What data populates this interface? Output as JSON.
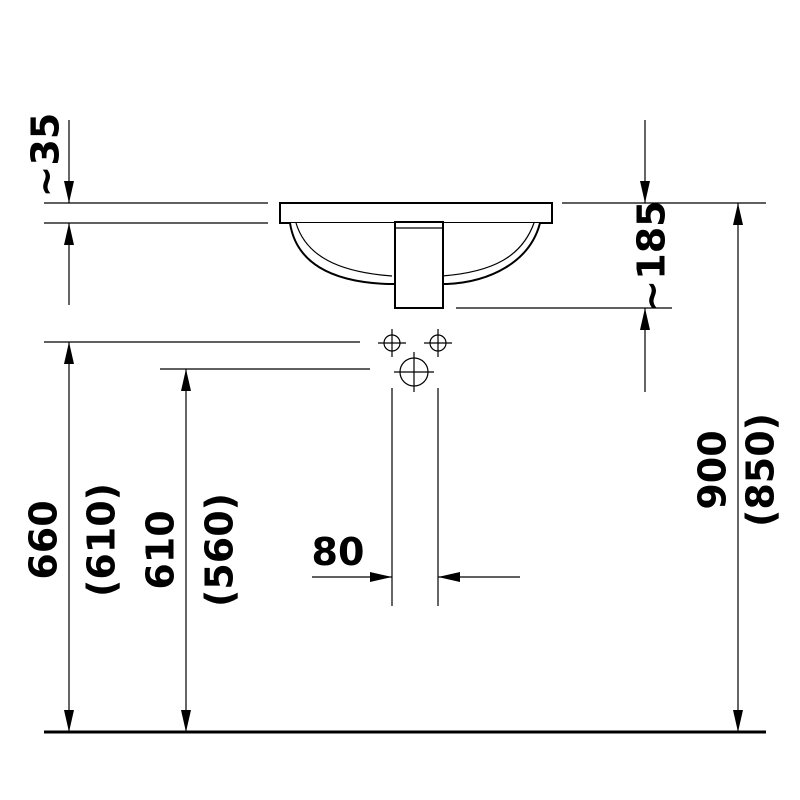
{
  "dimensions": {
    "top_offset": "~35",
    "basin_depth": "~185",
    "total_height": "900",
    "total_height_alt": "(850)",
    "supply_height": "660",
    "supply_height_alt": "(610)",
    "drain_height": "610",
    "drain_height_alt": "(560)",
    "drain_width": "80"
  }
}
